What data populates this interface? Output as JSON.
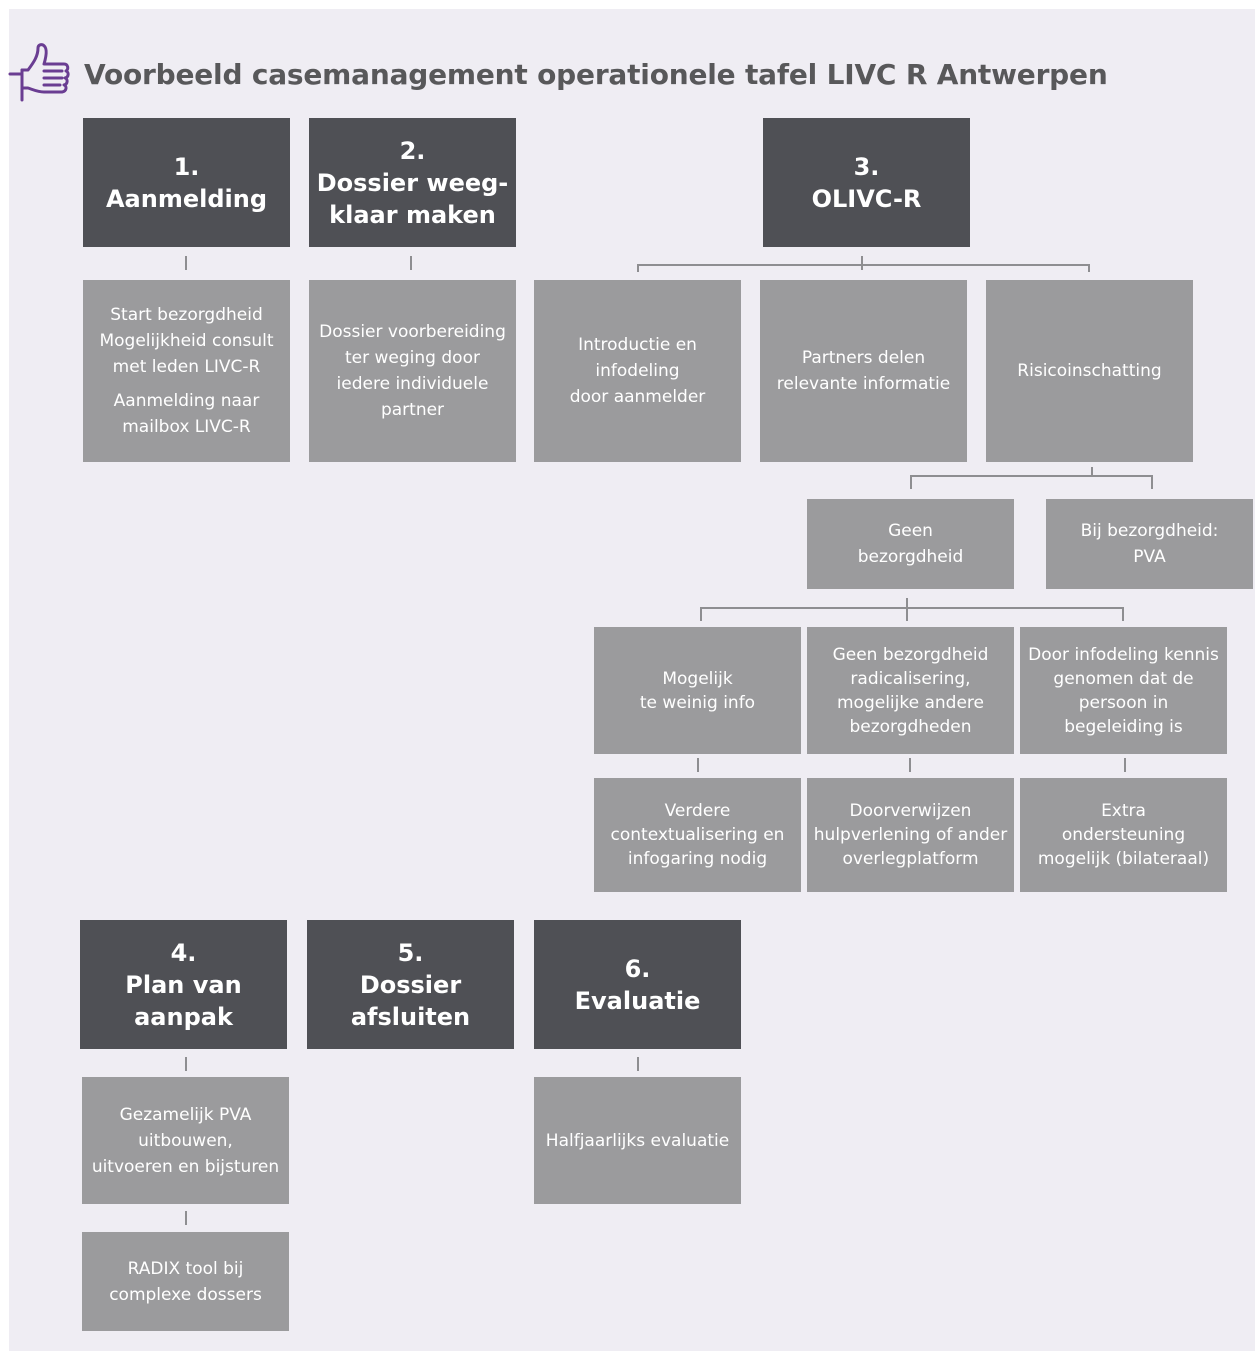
{
  "title": "Voorbeeld casemanagement operationele tafel LIVC R Antwerpen",
  "icon": "thumbs-up-icon",
  "colors": {
    "background": "#efedf3",
    "dark_box": "#4f5055",
    "light_box": "#9b9b9d",
    "accent": "#6a3d92",
    "title": "#58585a"
  },
  "steps": {
    "s1": {
      "num": "1.",
      "label": "Aanmelding"
    },
    "s2": {
      "num": "2.",
      "label1": "Dossier weeg-",
      "label2": "klaar maken"
    },
    "s3": {
      "num": "3.",
      "label": "OLIVC-R"
    },
    "s4": {
      "num": "4.",
      "label1": "Plan van",
      "label2": "aanpak"
    },
    "s5": {
      "num": "5.",
      "label1": "Dossier",
      "label2": "afsluiten"
    },
    "s6": {
      "num": "6.",
      "label": "Evaluatie"
    }
  },
  "details": {
    "aanmelding": {
      "l1": "Start bezorgdheid",
      "l2": "Mogelijkheid consult",
      "l3": "met leden LIVC-R",
      "l4": "Aanmelding naar",
      "l5": "mailbox LIVC-R"
    },
    "dossier": {
      "l1": "Dossier voorbereiding",
      "l2": "ter weging door",
      "l3": "iedere individuele",
      "l4": "partner"
    },
    "introductie": {
      "l1": "Introductie en",
      "l2": "infodeling",
      "l3": "door aanmelder"
    },
    "partners": {
      "l1": "Partners delen",
      "l2": "relevante informatie"
    },
    "risico": {
      "l1": "Risicoinschatting"
    },
    "geen": {
      "l1": "Geen",
      "l2": "bezorgdheid"
    },
    "bij": {
      "l1": "Bij bezorgdheid:",
      "l2": "PVA"
    },
    "weinig": {
      "l1": "Mogelijk",
      "l2": "te weinig info"
    },
    "geenrad": {
      "l1": "Geen bezorgdheid",
      "l2": "radicalisering,",
      "l3": "mogelijke andere",
      "l4": "bezorgdheden"
    },
    "infodeling": {
      "l1": "Door infodeling kennis",
      "l2": "genomen dat de",
      "l3": "persoon in",
      "l4": "begeleiding is"
    },
    "verdere": {
      "l1": "Verdere",
      "l2": "contextualisering en",
      "l3": "infogaring nodig"
    },
    "doorverwijzen": {
      "l1": "Doorverwijzen",
      "l2": "hulpverlening of ander",
      "l3": "overlegplatform"
    },
    "extra": {
      "l1": "Extra",
      "l2": "ondersteuning",
      "l3": "mogelijk (bilateraal)"
    },
    "pva": {
      "l1": "Gezamelijk PVA",
      "l2": "uitbouwen,",
      "l3": "uitvoeren en bijsturen"
    },
    "radix": {
      "l1": "RADIX tool bij",
      "l2": "complexe dossers"
    },
    "halfjaar": {
      "l1": "Halfjaarlijks evaluatie"
    }
  }
}
